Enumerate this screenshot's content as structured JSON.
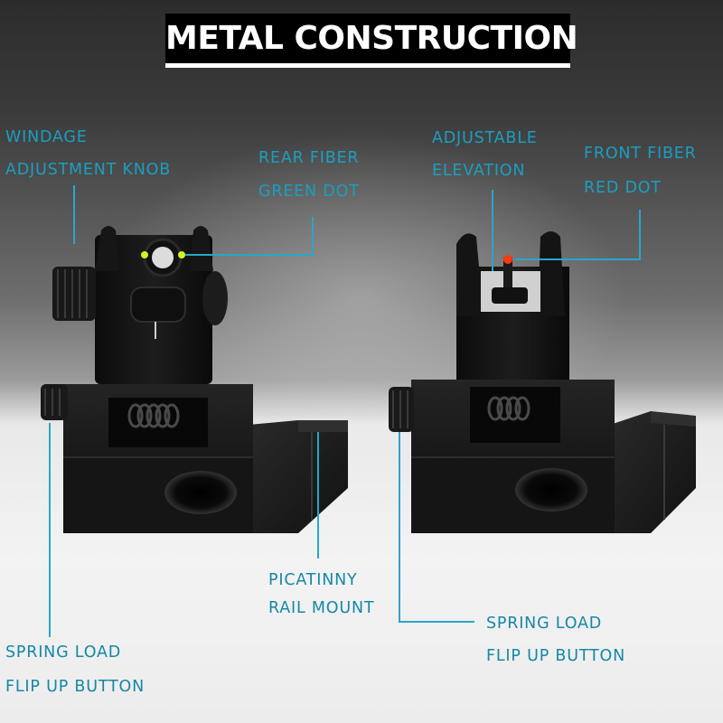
{
  "title": "METAL CONSTRUCTION",
  "labels": {
    "windage_line1": "WINDAGE",
    "windage_line2": "ADJUSTMENT KNOB",
    "rear_fiber_line1": "REAR FIBER",
    "rear_fiber_line2": "GREEN DOT",
    "adjustable_line1": "ADJUSTABLE",
    "adjustable_line2": "ELEVATION",
    "front_fiber_line1": "FRONT FIBER",
    "front_fiber_line2": "RED DOT",
    "picatinny_line1": "PICATINNY",
    "picatinny_line2": "RAIL MOUNT",
    "spring_left_line1": "SPRING LOAD",
    "spring_left_line2": "FLIP UP BUTTON",
    "spring_right_line1": "SPRING LOAD",
    "spring_right_line2": "FLIP UP BUTTON"
  },
  "colors": {
    "label": "#1b9ec0",
    "leader_line": "#2aa6c8",
    "title_bg": "#000000",
    "title_text": "#ffffff",
    "fiber_green": "#d8f020",
    "fiber_red": "#ff3a10"
  }
}
